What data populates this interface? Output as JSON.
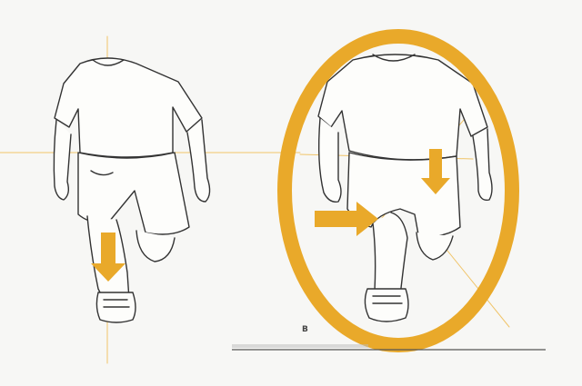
{
  "panel_b_label": "B",
  "colors": {
    "accent": "#e9a92a",
    "accent_thin": "#f0c469",
    "line": "#333333",
    "paper": "#f7f7f5"
  },
  "figures": [
    {
      "id": "left-figure",
      "arrow_direction": "down"
    },
    {
      "id": "right-figure",
      "arrow_direction": "right-and-down",
      "highlight": "oval"
    }
  ]
}
